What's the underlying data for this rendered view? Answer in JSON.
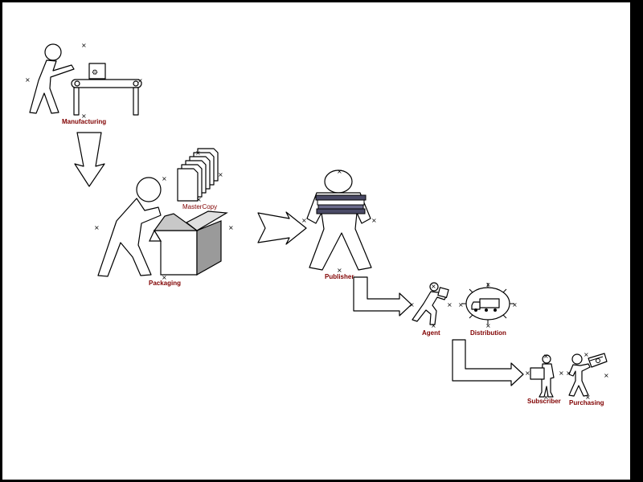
{
  "colors": {
    "label": "#800000",
    "background": "#ffffff",
    "frame": "#000000",
    "box_shade": "#9a9a9a",
    "book_shade": "#4a4a66"
  },
  "nodes": {
    "manufacturing": {
      "label": "Manufacturing",
      "icon": "worker-conveyor-icon"
    },
    "packaging": {
      "label": "Packaging",
      "icon": "worker-box-icon"
    },
    "master_copy": {
      "label": "MasterCopy",
      "icon": "document-stack-icon"
    },
    "publisher": {
      "label": "Publisher",
      "icon": "person-holding-books-icon"
    },
    "agent": {
      "label": "Agent",
      "icon": "running-person-icon"
    },
    "distribution": {
      "label": "Distribution",
      "icon": "truck-network-icon"
    },
    "subscriber": {
      "label": "Subscriber",
      "icon": "person-reading-icon"
    },
    "purchasing": {
      "label": "Purchasing",
      "icon": "person-money-icon"
    }
  }
}
